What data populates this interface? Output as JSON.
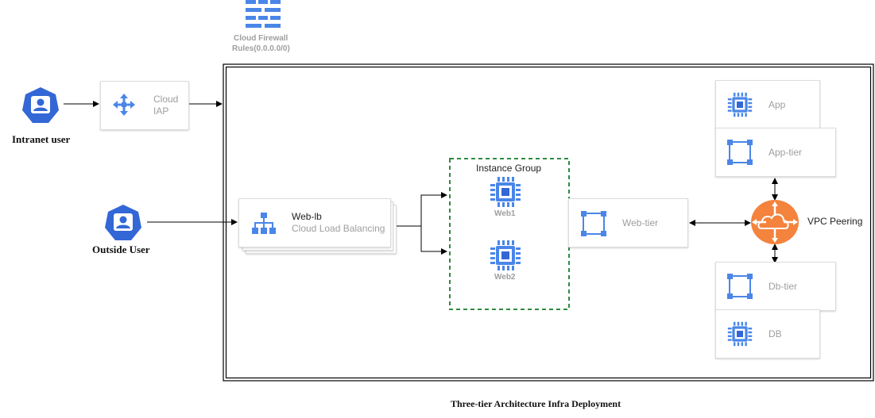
{
  "firewall": {
    "label_line1": "Cloud Firewall",
    "label_line2": "Rules(0.0.0.0/0)"
  },
  "users": {
    "intranet": {
      "label": "Intranet user"
    },
    "outside": {
      "label": "Outside User"
    }
  },
  "iap": {
    "line1": "Cloud",
    "line2": "IAP"
  },
  "load_balancer": {
    "name": "Web-lb",
    "subtitle": "Cloud Load Balancing"
  },
  "instance_group": {
    "title": "Instance Group",
    "instances": [
      {
        "label": "Web1"
      },
      {
        "label": "Web2"
      }
    ]
  },
  "web_tier": {
    "label": "Web-tier"
  },
  "app": {
    "label": "App"
  },
  "app_tier": {
    "label": "App-tier"
  },
  "vpc": {
    "label": "VPC Peering"
  },
  "db_tier": {
    "label": "Db-tier"
  },
  "db": {
    "label": "DB"
  },
  "caption": "Three-tier Architecture Infra Deployment",
  "colors": {
    "gcp_blue": "#4a86e8",
    "dark_blue": "#3367d6",
    "vpc_orange": "#f4833d",
    "group_green": "#2e8b3e"
  }
}
